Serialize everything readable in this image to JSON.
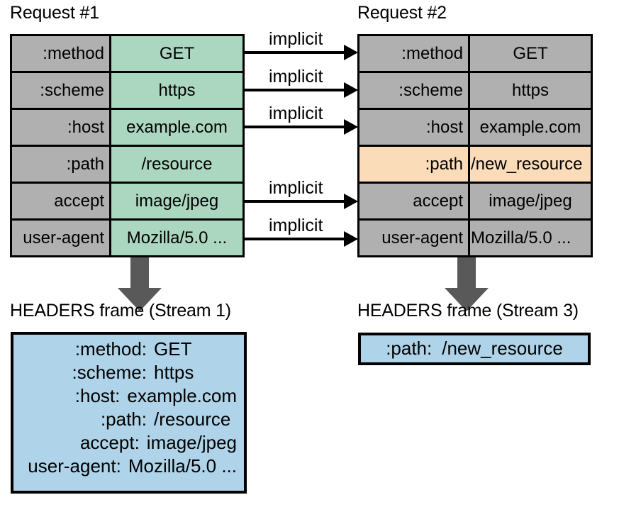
{
  "diagram": {
    "title_request_1": "Request #1",
    "title_request_2": "Request #2",
    "implicit_label": "implicit",
    "headers_frame_1_caption": "HEADERS frame (Stream 1)",
    "headers_frame_2_caption": "HEADERS frame (Stream 3)",
    "colors": {
      "cell_gray": "#b0b0b0",
      "cell_green": "#abd7c0",
      "cell_orange": "#fbdcb8",
      "frame_blue": "#afd3e8",
      "arrow_gray": "#595959",
      "border_black": "#000000"
    }
  },
  "request1": {
    "rows": [
      {
        "key": ":method",
        "value": "GET",
        "key_fill": "gray",
        "value_fill": "green"
      },
      {
        "key": ":scheme",
        "value": "https",
        "key_fill": "gray",
        "value_fill": "green"
      },
      {
        "key": ":host",
        "value": "example.com",
        "key_fill": "gray",
        "value_fill": "green"
      },
      {
        "key": ":path",
        "value": "/resource",
        "key_fill": "gray",
        "value_fill": "green"
      },
      {
        "key": "accept",
        "value": "image/jpeg",
        "key_fill": "gray",
        "value_fill": "green"
      },
      {
        "key": "user-agent",
        "value": "Mozilla/5.0 ...",
        "key_fill": "gray",
        "value_fill": "green"
      }
    ]
  },
  "request2": {
    "rows": [
      {
        "key": ":method",
        "value": "GET",
        "key_fill": "gray",
        "value_fill": "gray"
      },
      {
        "key": ":scheme",
        "value": "https",
        "key_fill": "gray",
        "value_fill": "gray"
      },
      {
        "key": ":host",
        "value": "example.com",
        "key_fill": "gray",
        "value_fill": "gray"
      },
      {
        "key": ":path",
        "value": "/new_resource",
        "key_fill": "orange",
        "value_fill": "orange"
      },
      {
        "key": "accept",
        "value": "image/jpeg",
        "key_fill": "gray",
        "value_fill": "gray"
      },
      {
        "key": "user-agent",
        "value": "Mozilla/5.0 ...",
        "key_fill": "gray",
        "value_fill": "gray"
      }
    ]
  },
  "implicit_arrows": [
    {
      "label": "implicit",
      "from_row": 0
    },
    {
      "label": "implicit",
      "from_row": 1
    },
    {
      "label": "implicit",
      "from_row": 2
    },
    {
      "label": "implicit",
      "from_row": 4
    },
    {
      "label": "implicit",
      "from_row": 5
    }
  ],
  "headers_frame_1": {
    "caption": "HEADERS frame (Stream 1)",
    "lines": [
      {
        "name": ":method:",
        "value": "GET"
      },
      {
        "name": ":scheme:",
        "value": "https"
      },
      {
        "name": ":host:",
        "value": "example.com"
      },
      {
        "name": ":path:",
        "value": "/resource"
      },
      {
        "name": "accept:",
        "value": "image/jpeg"
      },
      {
        "name": "user-agent:",
        "value": "Mozilla/5.0 ..."
      }
    ]
  },
  "headers_frame_2": {
    "caption": "HEADERS frame (Stream 3)",
    "lines": [
      {
        "name": ":path:",
        "value": "/new_resource"
      }
    ]
  }
}
